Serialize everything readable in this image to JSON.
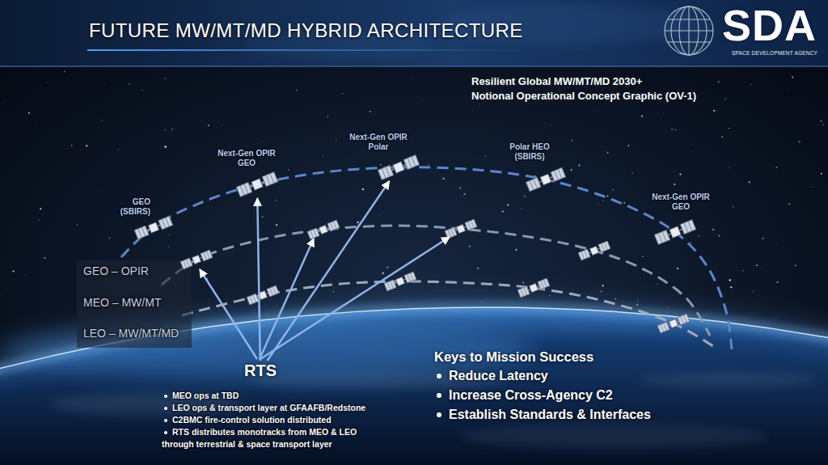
{
  "diagram": {
    "title": "FUTURE MW/MT/MD HYBRID ARCHITECTURE",
    "nodes": [
      {
        "text": [
          "GEO (SBIRS)"
        ]
      },
      {
        "text": [
          "Next-Gen OPIR GEO"
        ]
      },
      {
        "text": [
          "Next-Gen OPIR Polar"
        ]
      },
      {
        "text": [
          "Polar HEO (SBIRS)"
        ]
      },
      {
        "text": [
          "Next-Gen OPIR GEO"
        ]
      },
      {
        "text": [
          "RTS"
        ]
      }
    ],
    "edges": [
      {
        "from": 5,
        "to": 1,
        "arrow": "to"
      },
      {
        "from": 5,
        "to": 2,
        "arrow": "to"
      }
    ],
    "labels": [
      "SDA",
      "SPACE DEVELOPMENT AGENCY",
      "Resilient Global MW/MT/MD 2030+",
      "Notional Operational Concept Graphic (OV-1)",
      "GEO – OPIR",
      "MEO – MW/MT",
      "LEO – MW/MT/MD",
      "MEO ops at TBD",
      "LEO ops & transport layer at GFAAFB/Redstone",
      "C2BMC fire-control solution distributed",
      "RTS distributes monotracks from MEO & LEO through terrestrial & space transport layer",
      "Keys to Mission Success",
      "Reduce Latency",
      "Increase Cross-Agency C2",
      "Establish Standards & Interfaces"
    ]
  }
}
